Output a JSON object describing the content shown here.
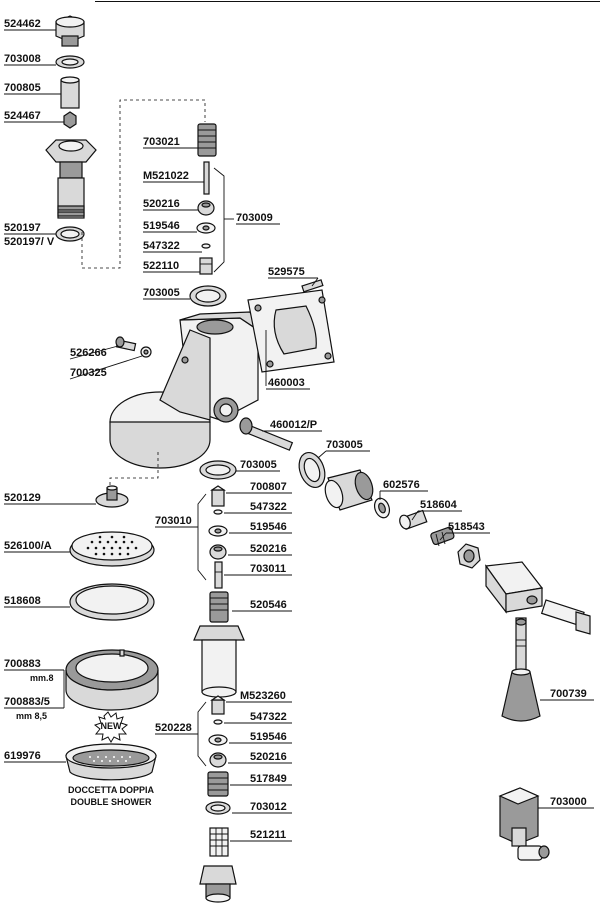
{
  "labels": {
    "p524462": "524462",
    "p703008": "703008",
    "p700805": "700805",
    "p524467": "524467",
    "p520197": "520197",
    "p520197v": "520197/ V",
    "p703021": "703021",
    "pM521022": "M521022",
    "p520216a": "520216",
    "p519546a": "519546",
    "p547322a": "547322",
    "p522110": "522110",
    "p703009": "703009",
    "p529575": "529575",
    "p703005a": "703005",
    "p526266": "526266",
    "p700325": "700325",
    "p460003": "460003",
    "p460012P": "460012/P",
    "p703005b": "703005",
    "p703005c": "703005",
    "p602576": "602576",
    "p518604": "518604",
    "p518543": "518543",
    "p520129": "520129",
    "p700807": "700807",
    "p547322b": "547322",
    "p703010": "703010",
    "p519546b": "519546",
    "p520216b": "520216",
    "p703011": "703011",
    "p526100A": "526100/A",
    "p520546": "520546",
    "p518608": "518608",
    "p700883": "700883",
    "p700883_mm": "mm.8",
    "p7008835": "700883/5",
    "p7008835_mm": "mm 8,5",
    "pM523260": "M523260",
    "p700739": "700739",
    "p547322c": "547322",
    "p520228": "520228",
    "p519546c": "519546",
    "p520216c": "520216",
    "p619976": "619976",
    "p517849": "517849",
    "p703012": "703012",
    "p521211": "521211",
    "p703000": "703000",
    "new_badge": "NEW",
    "shower_it": "DOCCETTA DOPPIA",
    "shower_en": "DOUBLE SHOWER"
  }
}
